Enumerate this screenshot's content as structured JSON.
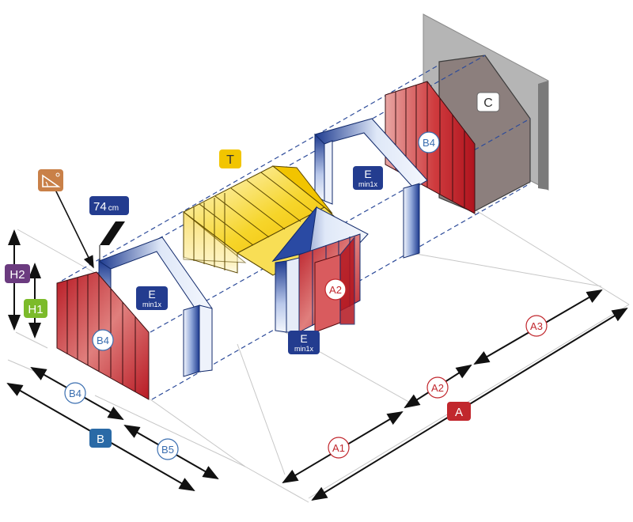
{
  "colors": {
    "red": "#c8202c",
    "red_light": "#e8a0a0",
    "blue": "#1d3a8f",
    "blue_light": "#dfe8f8",
    "yellow": "#f3c400",
    "yellow_light": "#fff4b8",
    "wall": "#8c7f7d",
    "wall_frame": "#a9a9a9",
    "badge_blue": "#233c8f",
    "badge_teal": "#2a6aa6",
    "badge_purple": "#6b3b7f",
    "badge_green": "#7cbb2a",
    "badge_yellow": "#f2c500",
    "badge_orange": "#c98048",
    "badge_red": "#c1272d",
    "dash": "#2e4c9a"
  },
  "labels": {
    "C": "C",
    "B4_right": "B4",
    "T": "T",
    "E_right": "E",
    "E_right_sub": "min1x",
    "E_left": "E",
    "E_left_sub": "min1x",
    "E_mid": "E",
    "E_mid_sub": "min1x",
    "width_main": "74",
    "width_unit": "cm",
    "A2_door": "A2",
    "B4_left": "B4",
    "H2": "H2",
    "H1": "H1",
    "B4_dim": "B4",
    "B": "B",
    "B5": "B5",
    "A1": "A1",
    "A2_dim": "A2",
    "A3": "A3",
    "A": "A"
  },
  "icons": {
    "roof_angle": "roof-angle-icon"
  }
}
